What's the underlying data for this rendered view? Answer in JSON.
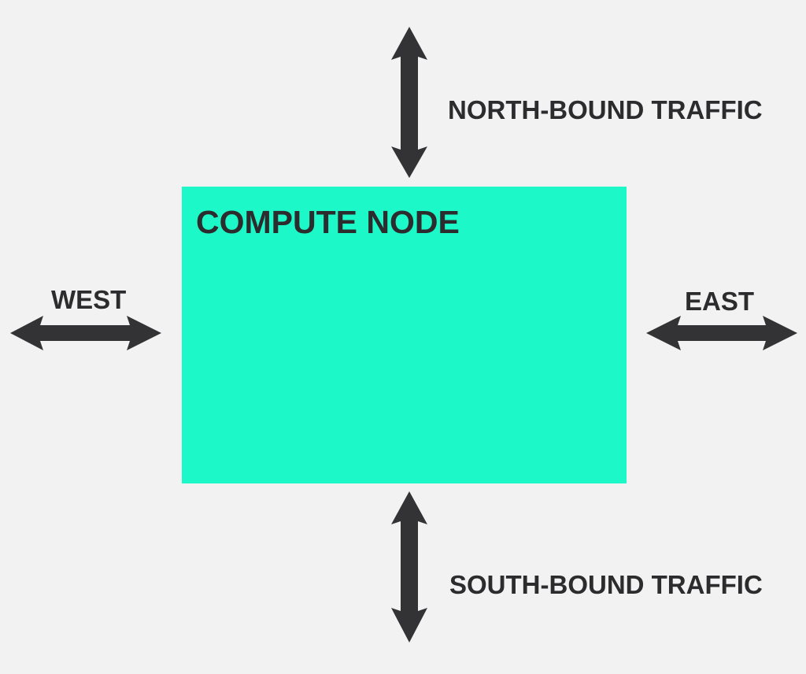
{
  "diagram": {
    "node": {
      "title": "COMPUTE NODE",
      "color": "#1cf8c7"
    },
    "labels": {
      "north": "NORTH-BOUND TRAFFIC",
      "south": "SOUTH-BOUND TRAFFIC",
      "west": "WEST",
      "east": "EAST"
    },
    "colors": {
      "background": "#f2f2f2",
      "text": "#2c2c2e",
      "arrow": "#333336"
    },
    "arrows": [
      "north-double-arrow-icon",
      "south-double-arrow-icon",
      "west-double-arrow-icon",
      "east-double-arrow-icon"
    ]
  }
}
